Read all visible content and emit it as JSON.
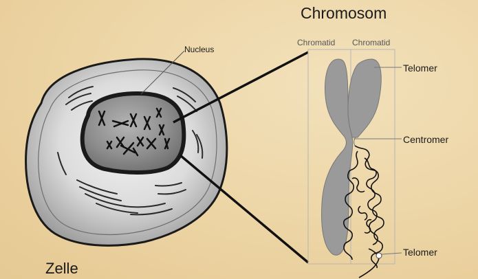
{
  "labels": {
    "title": "Chromosom",
    "cell": "Zelle",
    "nucleus": "Nucleus",
    "chromatid_left": "Chromatid",
    "chromatid_right": "Chromatid",
    "telomer_top": "Telomer",
    "centromer": "Centromer",
    "telomer_bottom": "Telomer"
  },
  "colors": {
    "background": "#ecd4a4",
    "chromosome": "#9a9a9a",
    "outline": "#1a1a1a",
    "cell_fill": "#d9d9d9",
    "nucleus_fill": "#8a8a8a"
  }
}
